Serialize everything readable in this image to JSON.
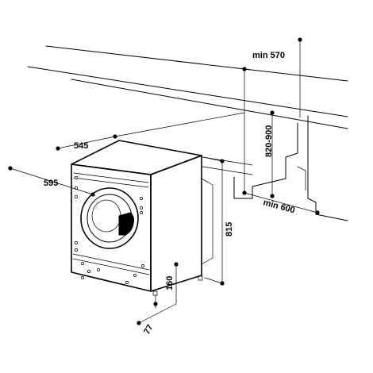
{
  "dimensions": {
    "min_depth_top": "min 570",
    "height_range": "820-900",
    "min_width": "min 600",
    "depth": "545",
    "width": "595",
    "height": "815",
    "base_height": "160",
    "base_depth": "77"
  }
}
